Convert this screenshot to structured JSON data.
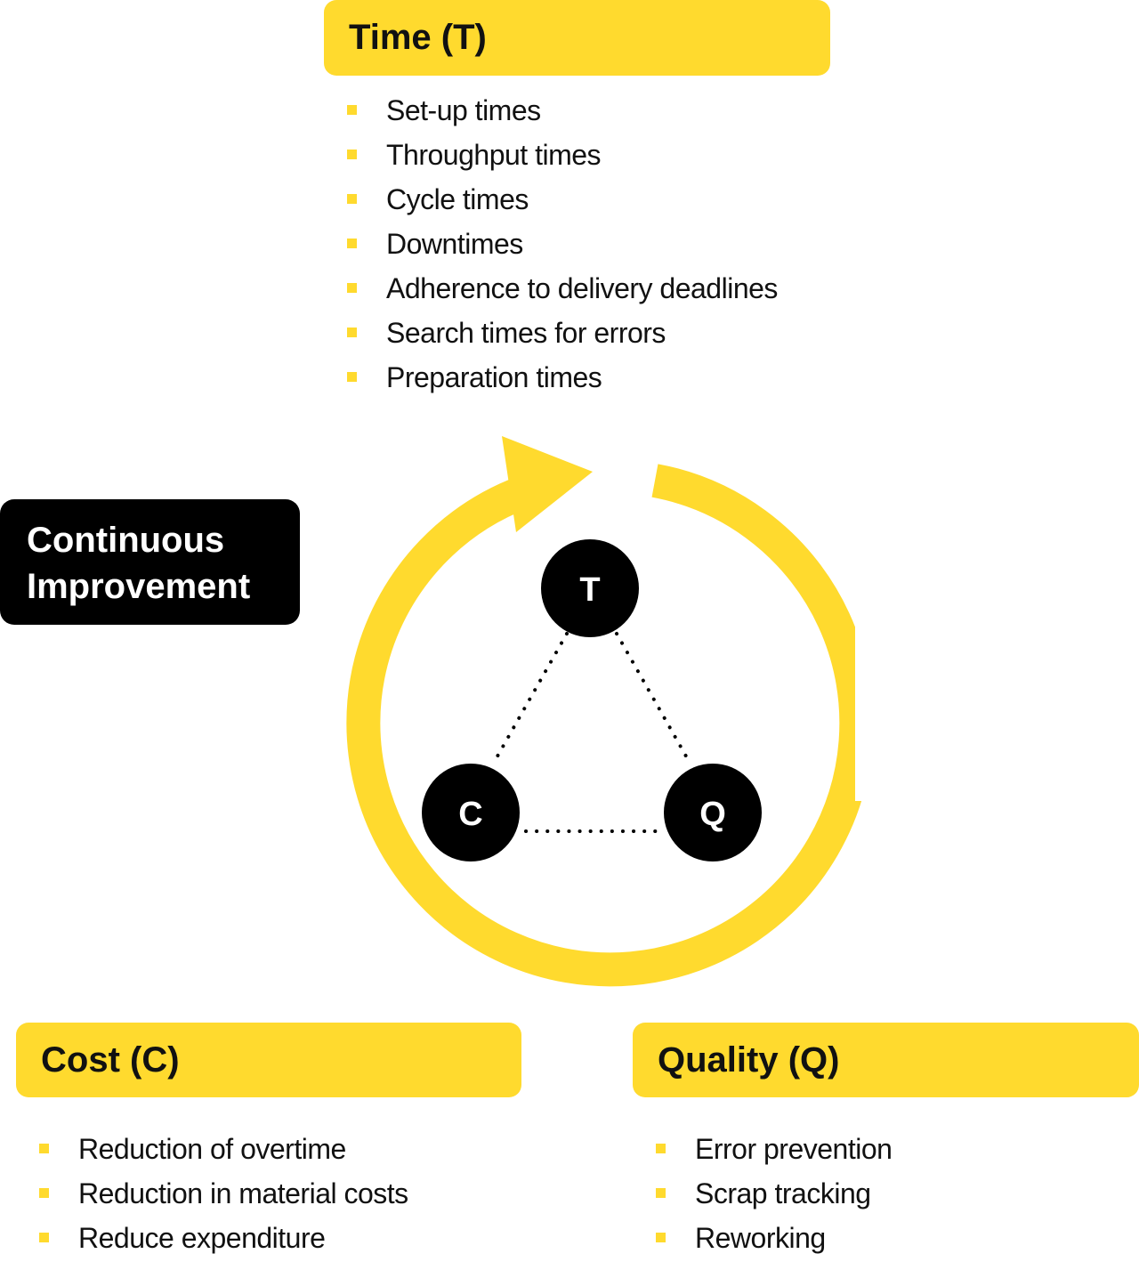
{
  "time": {
    "title": "Time (T)",
    "items": [
      "Set-up times",
      "Throughput times",
      "Cycle times",
      "Downtimes",
      "Adherence to delivery deadlines",
      "Search times for errors",
      "Preparation times"
    ]
  },
  "cost": {
    "title": "Cost (C)",
    "items": [
      "Reduction of overtime",
      "Reduction in material costs",
      "Reduce expenditure"
    ]
  },
  "quality": {
    "title": "Quality (Q)",
    "items": [
      "Error prevention",
      "Scrap tracking",
      "Reworking"
    ]
  },
  "continuous_improvement": {
    "line1": "Continuous",
    "line2": "Improvement"
  },
  "nodes": {
    "t": "T",
    "c": "C",
    "q": "Q"
  },
  "colors": {
    "accent": "#FFDA2E",
    "dark": "#000000"
  }
}
